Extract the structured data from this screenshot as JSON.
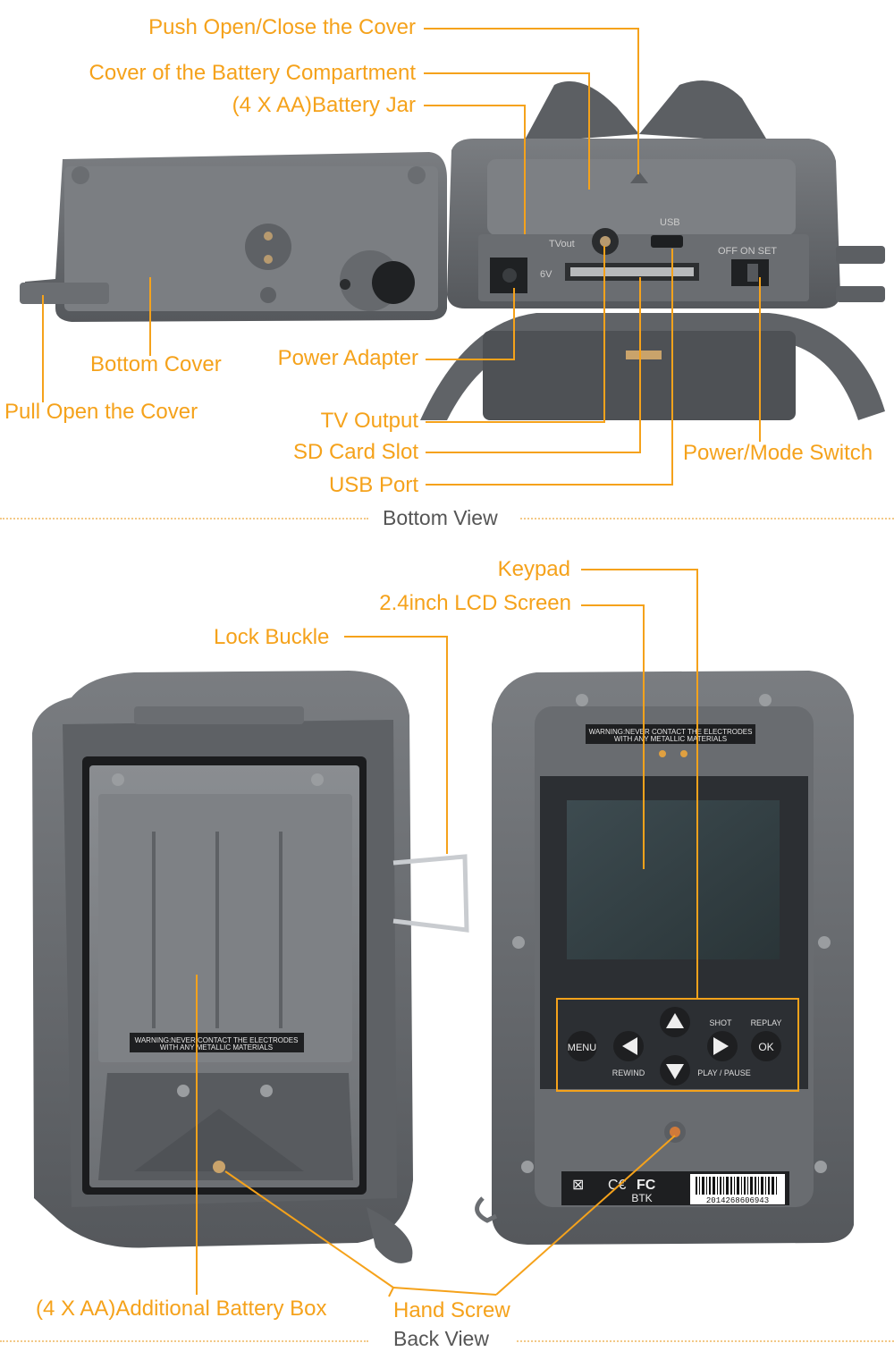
{
  "bottom_view": {
    "caption": "Bottom View",
    "labels": {
      "push_open": "Push Open/Close the Cover",
      "battery_cover": "Cover of the Battery Compartment",
      "battery_jar": "(4 X AA)Battery Jar",
      "bottom_cover": "Bottom Cover",
      "pull_open": "Pull Open the Cover",
      "power_adapter": "Power Adapter",
      "tv_output": "TV Output",
      "sd_slot": "SD Card Slot",
      "usb_port": "USB Port",
      "power_switch": "Power/Mode Switch"
    },
    "panel_text": {
      "tvout": "TVout",
      "usb": "USB",
      "switch": "OFF ON SET",
      "volt": "6V"
    }
  },
  "back_view": {
    "caption": "Back View",
    "labels": {
      "keypad": "Keypad",
      "lcd": "2.4inch LCD Screen",
      "lock_buckle": "Lock Buckle",
      "additional_battery": "(4 X AA)Additional Battery Box",
      "hand_screw": "Hand Screw"
    },
    "warning_line1": "WARNING:NEVER CONTACT THE ELECTRODES",
    "warning_line2": "WITH ANY METALLIC MATERIALS",
    "keys": {
      "menu": "MENU",
      "ok": "OK",
      "shot": "SHOT",
      "replay": "REPLAY",
      "rewind": "REWIND",
      "play_pause": "PLAY / PAUSE"
    },
    "brand": "BTK",
    "barcode_number": "2014268606943"
  },
  "colors": {
    "accent": "#f5a21b",
    "device_gray": "#6b6e72",
    "caption_gray": "#555555"
  }
}
